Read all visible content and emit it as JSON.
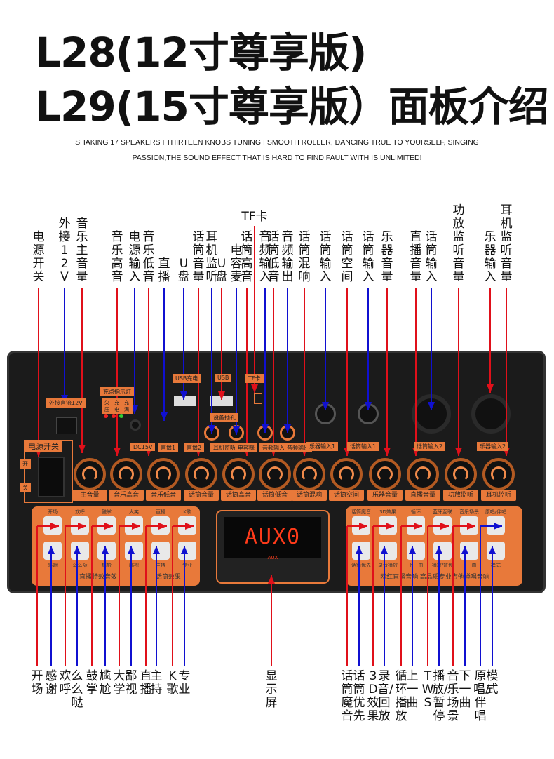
{
  "header": {
    "title_line1": "L28(12寸尊享版)",
    "title_line2": "L29(15寸尊享版）面板介绍",
    "subtitle_line1": "SHAKING 17 SPEAKERS I THIRTEEN KNOBS TUNING I SMOOTH ROLLER, DANCING TRUE TO YOURSELF, SINGING",
    "subtitle_line2": "PASSION,THE SOUND EFFECT THAT IS HARD TO FIND FAULT WITH IS UNLIMITED!"
  },
  "colors": {
    "red": "#e0101a",
    "blue": "#1010d0",
    "orange": "#e8793a"
  },
  "top_labels": [
    {
      "text": "电源开关",
      "color": "red"
    },
    {
      "text": "外接12V",
      "color": "blue"
    },
    {
      "text": "音乐主音量",
      "color": "red"
    },
    {
      "text": "音乐高音",
      "color": "red"
    },
    {
      "text": "电源输入",
      "color": "blue"
    },
    {
      "text": "音乐低音",
      "color": "red"
    },
    {
      "text": "直播",
      "color": "blue"
    },
    {
      "text": "U盘",
      "color": "blue"
    },
    {
      "text": "话筒音量",
      "color": "red"
    },
    {
      "text": "耳机监听",
      "color": "blue"
    },
    {
      "text": "U盘",
      "color": "red"
    },
    {
      "text": "电容麦",
      "color": "blue"
    },
    {
      "text": "话筒高音",
      "color": "red"
    },
    {
      "text": "TF卡",
      "color": "red"
    },
    {
      "text": "音频输入",
      "color": "blue"
    },
    {
      "text": "话筒低音",
      "color": "red"
    },
    {
      "text": "音频输出",
      "color": "blue"
    },
    {
      "text": "话筒混响",
      "color": "red"
    },
    {
      "text": "话筒输入",
      "color": "blue"
    },
    {
      "text": "话筒空间",
      "color": "red"
    },
    {
      "text": "话筒输入",
      "color": "blue"
    },
    {
      "text": "乐器音量",
      "color": "red"
    },
    {
      "text": "直播音量",
      "color": "red"
    },
    {
      "text": "话筒输入",
      "color": "blue"
    },
    {
      "text": "功放监听音量",
      "color": "red"
    },
    {
      "text": "乐器输入",
      "color": "red"
    },
    {
      "text": "耳机监听音量",
      "color": "red"
    }
  ],
  "bottom_labels": [
    {
      "text": "开场",
      "color": "red"
    },
    {
      "text": "感谢",
      "color": "blue"
    },
    {
      "text": "欢呼",
      "color": "red"
    },
    {
      "text": "么么哒",
      "color": "blue"
    },
    {
      "text": "鼓掌",
      "color": "red"
    },
    {
      "text": "尴尬",
      "color": "blue"
    },
    {
      "text": "大学",
      "color": "red"
    },
    {
      "text": "鄙视",
      "color": "blue"
    },
    {
      "text": "直播",
      "color": "red"
    },
    {
      "text": "主持",
      "color": "blue"
    },
    {
      "text": "K歌",
      "color": "red"
    },
    {
      "text": "专业",
      "color": "blue"
    },
    {
      "text": "显示屏",
      "color": "red"
    },
    {
      "text": "话筒魔音",
      "color": "red"
    },
    {
      "text": "话筒优先",
      "color": "blue"
    },
    {
      "text": "3D效果",
      "color": "red"
    },
    {
      "text": "录音/回放",
      "color": "blue"
    },
    {
      "text": "循环播放",
      "color": "red"
    },
    {
      "text": "上一曲",
      "color": "blue"
    },
    {
      "text": "TWS",
      "color": "red"
    },
    {
      "text": "播放/暂停",
      "color": "blue"
    },
    {
      "text": "音乐场景",
      "color": "red"
    },
    {
      "text": "下一曲",
      "color": "blue"
    },
    {
      "text": "原唱/伴唱",
      "color": "blue"
    },
    {
      "text": "模式",
      "color": "blue"
    }
  ],
  "panel": {
    "power_switch": {
      "label": "电源开关",
      "on": "开",
      "off": "关"
    },
    "dc_in_label": "外接直流12V",
    "indicator_label": "充点指示灯",
    "indicators": [
      "欠压",
      "充电",
      "充满"
    ],
    "dc15v": "DC15V",
    "tags": [
      "USB充电",
      "USB",
      "TF卡",
      "设备插孔",
      "直播1",
      "直播2",
      "耳机监听",
      "电容咪",
      "音频输入",
      "音频输出",
      "乐器输入1",
      "话筒输入1",
      "话筒输入2",
      "乐器输入2"
    ],
    "knobs": [
      "主音量",
      "音乐高音",
      "音乐低音",
      "话筒音量",
      "话筒高音",
      "话筒低音",
      "话筒混响",
      "话筒空间",
      "乐器音量",
      "直播音量",
      "功放监听",
      "耳机监听"
    ],
    "left_buttons_top": [
      "开场",
      "欢呼",
      "鼓掌",
      "大笑",
      "直播",
      "K歌"
    ],
    "left_buttons_bottom": [
      "感谢",
      "么么哒",
      "尴尬",
      "鄙视",
      "主持",
      "专业"
    ],
    "left_footer_1": "直播特效音效",
    "left_footer_2": "话筒效果",
    "display_text": "AUX0",
    "display_mode": "AUX",
    "right_buttons_top": [
      "话筒魔音",
      "3D效果",
      "循环",
      "蓝牙互联",
      "音乐场景",
      "原唱/伴唱"
    ],
    "right_buttons_bottom": [
      "话筒优先",
      "录音播放",
      "上一曲",
      "播放/暂停",
      "下一曲",
      "模式"
    ],
    "right_footer": "网红直播音响 高品质专业吉他弹唱音响"
  }
}
